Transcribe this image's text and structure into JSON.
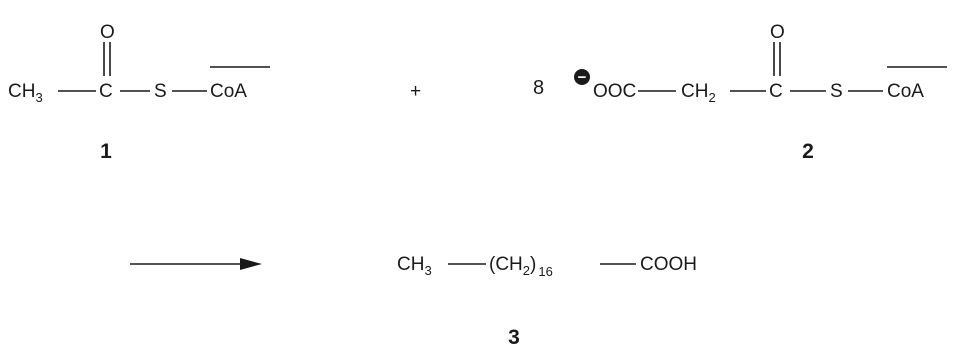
{
  "scheme": {
    "reactant1": {
      "ch3": {
        "main": "CH",
        "sub": "3"
      },
      "carbon": "C",
      "oxygen": "O",
      "sulfur": "S",
      "coa": "CoA",
      "label": "1"
    },
    "plus": "+",
    "reactant2": {
      "coefficient": "8",
      "charge": "−",
      "ooc": "OOC",
      "ch2": {
        "main": "CH",
        "sub": "2"
      },
      "carbon": "C",
      "oxygen": "O",
      "sulfur": "S",
      "coa": "CoA",
      "label": "2"
    },
    "product": {
      "ch3": {
        "main": "CH",
        "sub": "3"
      },
      "ch2_group": {
        "open": "(CH",
        "sub2": "2",
        "close": ")",
        "repeat": "16"
      },
      "cooh": "COOH",
      "label": "3"
    }
  }
}
